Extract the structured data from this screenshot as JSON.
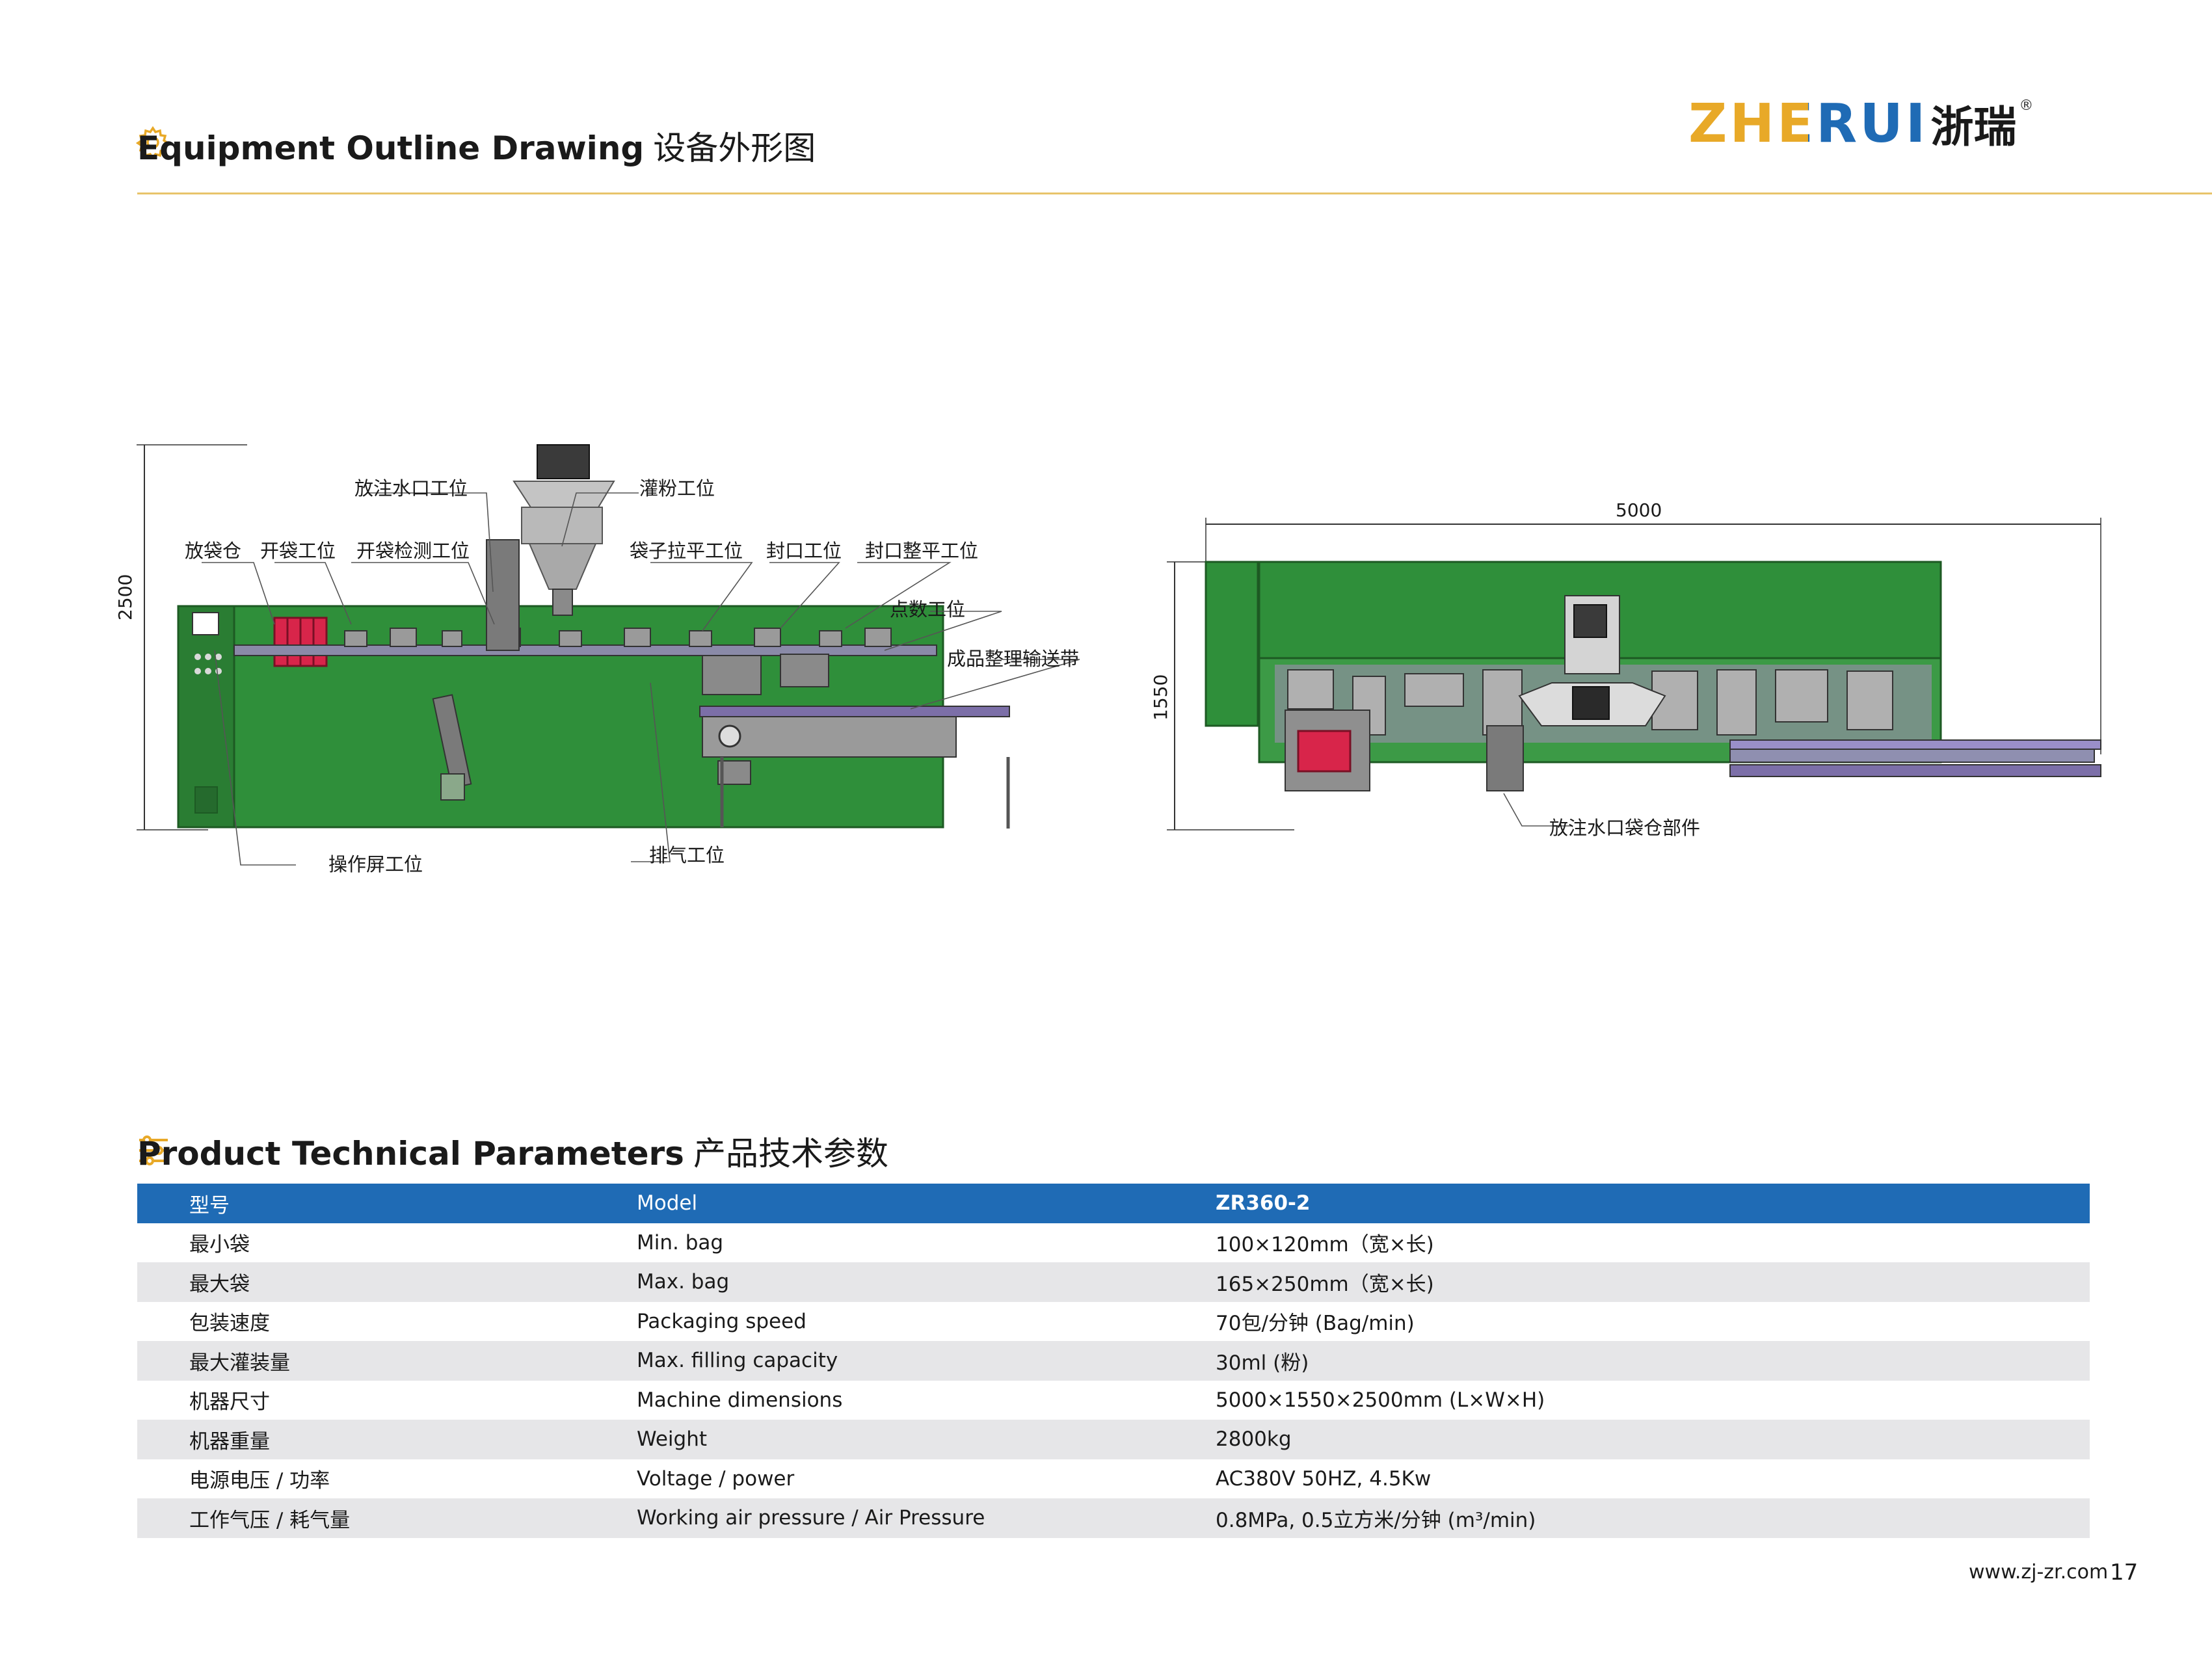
{
  "header": {
    "logo_text": "ZHERUI",
    "logo_cn": "浙瑞",
    "logo_reg": "®",
    "colors": {
      "gold": "#e8a928",
      "blue": "#1f6bb5",
      "rule": "#e8c46a"
    }
  },
  "outline": {
    "title_en": "Equipment Outline Drawing",
    "title_cn": "设备外形图",
    "icon": "gear-icon",
    "labels": {
      "nozzle_station": "放注水口工位",
      "powder_filling": "灌粉工位",
      "bag_magazine": "放袋仓",
      "bag_opening": "开袋工位",
      "bag_open_detect": "开袋检测工位",
      "bag_flatten": "袋子拉平工位",
      "sealing": "封口工位",
      "seal_flatten": "封口整平工位",
      "counting": "点数工位",
      "conveyor": "成品整理输送带",
      "operator_screen": "操作屏工位",
      "exhaust": "排气工位",
      "nozzle_magazine": "放注水口袋仓部件"
    },
    "dims": {
      "height": "2500",
      "length": "5000",
      "width": "1550"
    }
  },
  "params": {
    "title_en": "Product Technical Parameters",
    "title_cn": "产品技术参数",
    "icon": "sliders-icon",
    "header": [
      "型号",
      "Model",
      "ZR360-2"
    ],
    "rows": [
      [
        "最小袋",
        "Min. bag",
        "100×120mm（宽×长)"
      ],
      [
        "最大袋",
        "Max. bag",
        "165×250mm（宽×长)"
      ],
      [
        "包装速度",
        "Packaging speed",
        "70包/分钟 (Bag/min)"
      ],
      [
        "最大灌装量",
        "Max. filling capacity",
        "30ml (粉)"
      ],
      [
        "机器尺寸",
        "Machine dimensions",
        "5000×1550×2500mm (L×W×H)"
      ],
      [
        "机器重量",
        "Weight",
        "2800kg"
      ],
      [
        "电源电压 / 功率",
        "Voltage / power",
        "AC380V 50HZ,  4.5Kw"
      ],
      [
        "工作气压 / 耗气量",
        "Working air pressure / Air Pressure",
        "0.8MPa,  0.5立方米/分钟 (m³/min)"
      ]
    ]
  },
  "footer": {
    "url": "www.zj-zr.com",
    "page": "17"
  }
}
